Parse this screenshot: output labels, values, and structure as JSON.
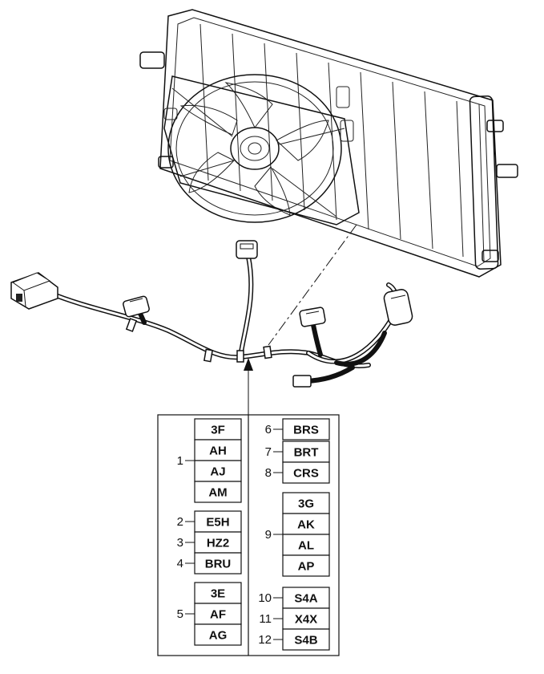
{
  "groups": [
    {
      "number": "1",
      "codes": [
        "3F",
        "AH",
        "AJ",
        "AM"
      ]
    },
    {
      "number": "2",
      "codes": [
        "E5H"
      ]
    },
    {
      "number": "3",
      "codes": [
        "HZ2"
      ]
    },
    {
      "number": "4",
      "codes": [
        "BRU"
      ]
    },
    {
      "number": "5",
      "codes": [
        "3E",
        "AF",
        "AG"
      ]
    },
    {
      "number": "6",
      "codes": [
        "BRS"
      ]
    },
    {
      "number": "7",
      "codes": [
        "BRT"
      ]
    },
    {
      "number": "8",
      "codes": [
        "CRS"
      ]
    },
    {
      "number": "9",
      "codes": [
        "3G",
        "AK",
        "AL",
        "AP"
      ]
    },
    {
      "number": "10",
      "codes": [
        "S4A"
      ]
    },
    {
      "number": "11",
      "codes": [
        "X4X"
      ]
    },
    {
      "number": "12",
      "codes": [
        "S4B"
      ]
    }
  ]
}
